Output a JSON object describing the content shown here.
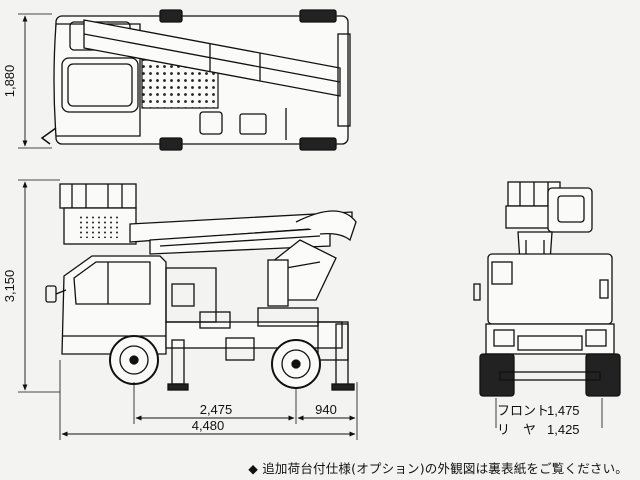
{
  "top_view": {
    "height_label": "1,880"
  },
  "side_view": {
    "height_label": "3,150",
    "wheelbase_label": "2,475",
    "rear_overhang_label": "940",
    "length_label": "4,480"
  },
  "rear_view": {
    "front_tread_label": "フロント",
    "front_tread_value": "1,475",
    "rear_tread_label": "リ　ヤ",
    "rear_tread_value": "1,425"
  },
  "footnote": "◆ 追加荷台付仕様(オプション)の外観図は裏表紙をご覧ください。"
}
